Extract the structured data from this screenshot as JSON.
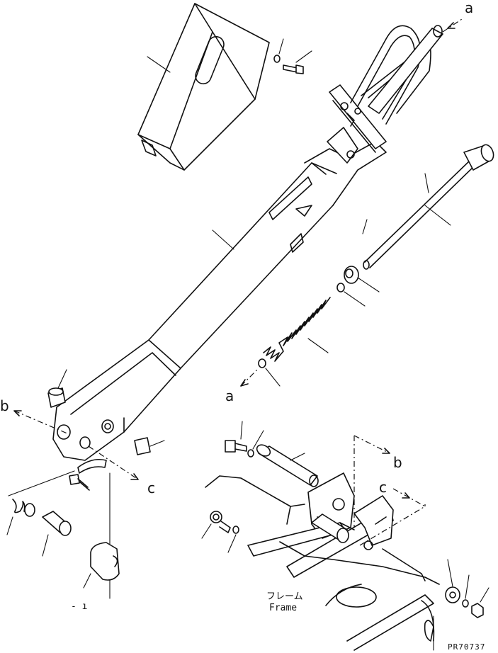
{
  "refs": {
    "a_top": "a",
    "a_mid": "a",
    "b_left": "b",
    "b_right": "b",
    "c_left": "c",
    "c_right": "c"
  },
  "frame_label": {
    "jp": "フレーム",
    "en": "Frame"
  },
  "part_code": "PR70737"
}
